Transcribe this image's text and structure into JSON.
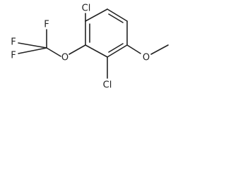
{
  "molecule": {
    "atoms": {
      "cl_top": "Cl",
      "cl_bottom": "Cl",
      "f_top": "F",
      "f_left": "F",
      "f_bottom": "F",
      "o_trifluoromethoxy": "O",
      "o_methoxy": "O"
    }
  }
}
